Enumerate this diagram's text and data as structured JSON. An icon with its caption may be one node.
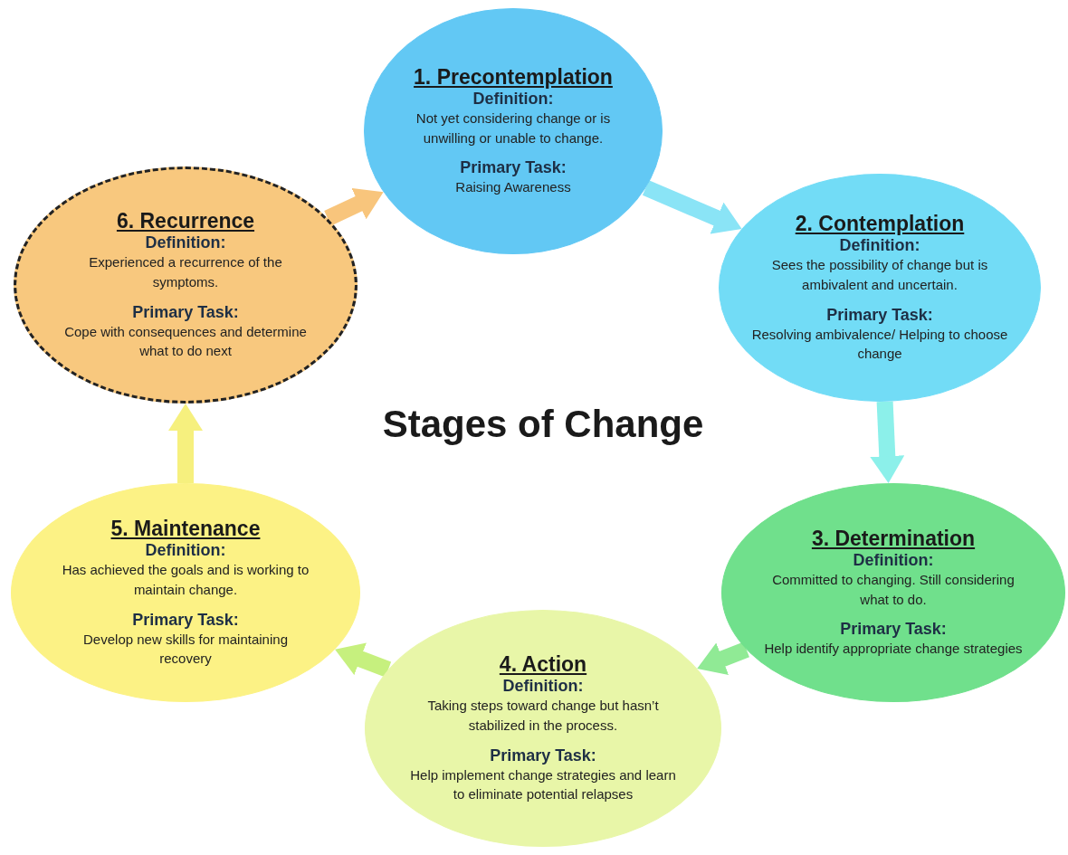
{
  "diagram": {
    "title": "Stages of Change",
    "nodes": [
      {
        "text": [
          "1. Precontemplation",
          "Definition:",
          "Not yet considering change or is unwilling or unable to change.",
          "Primary Task:",
          "Raising Awareness"
        ]
      },
      {
        "text": [
          "2. Contemplation",
          "Definition:",
          "Sees the possibility of change but is ambivalent and uncertain.",
          "Primary Task:",
          "Resolving ambivalence/ Helping to choose change"
        ]
      },
      {
        "text": [
          "3. Determination",
          "Definition:",
          "Committed to changing. Still considering what to do.",
          "Primary Task:",
          "Help identify appropriate change strategies"
        ]
      },
      {
        "text": [
          "4. Action",
          "Definition:",
          "Taking steps toward change but hasn’t stabilized in the process.",
          "Primary Task:",
          "Help implement change strategies and learn to eliminate potential relapses"
        ]
      },
      {
        "text": [
          "5. Maintenance",
          "Definition:",
          "Has achieved the goals and is working to maintain change.",
          "Primary Task:",
          "Develop new skills for maintaining recovery"
        ]
      },
      {
        "text": [
          "6. Recurrence",
          "Definition:",
          "Experienced a recurrence of the symptoms.",
          "Primary Task:",
          "Cope with consequences and determine what to do next"
        ]
      }
    ],
    "edges": [
      {
        "from": 0,
        "to": 1,
        "arrow": "to",
        "color": "#8ae4f6"
      },
      {
        "from": 1,
        "to": 2,
        "arrow": "to",
        "color": "#8cf0ea"
      },
      {
        "from": 2,
        "to": 3,
        "arrow": "to",
        "color": "#90ea95"
      },
      {
        "from": 3,
        "to": 4,
        "arrow": "to",
        "color": "#c6f07e"
      },
      {
        "from": 4,
        "to": 5,
        "arrow": "to",
        "color": "#f6f07e"
      },
      {
        "from": 5,
        "to": 0,
        "arrow": "to",
        "color": "#f8c57c"
      }
    ]
  }
}
